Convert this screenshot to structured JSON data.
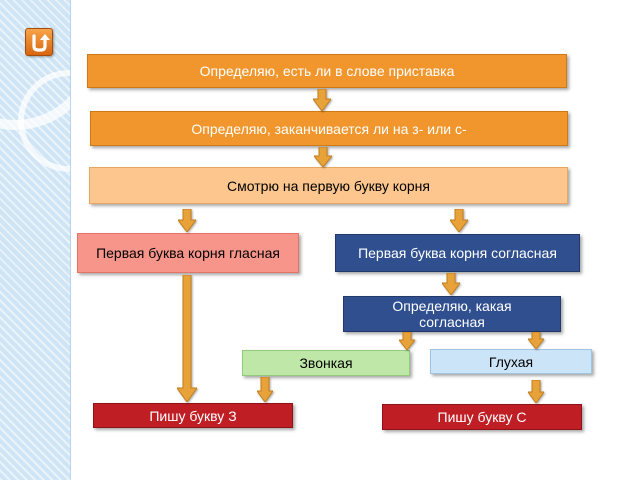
{
  "nav": {
    "back_button_icon": "return-arrow-icon"
  },
  "flowchart": {
    "step1": "Определяю, есть ли в слове приставка",
    "step2": "Определяю, заканчивается ли на з- или с-",
    "step3": "Смотрю на первую букву корня",
    "vowel_branch": "Первая буква корня гласная",
    "consonant_branch": "Первая буква корня согласная",
    "which_consonant": "Определяю, какая согласная",
    "voiced": "Звонкая",
    "voiceless": "Глухая",
    "write_z": "Пишу букву  З",
    "write_s": "Пишу букву  С"
  },
  "colors": {
    "orange": "#f0962c",
    "peach": "#fcc68e",
    "salmon": "#f7958a",
    "navy": "#2f4f8f",
    "green": "#bfe8a8",
    "light_blue": "#cce4f7",
    "red": "#bf1e24",
    "arrow": "#e8a23a"
  }
}
